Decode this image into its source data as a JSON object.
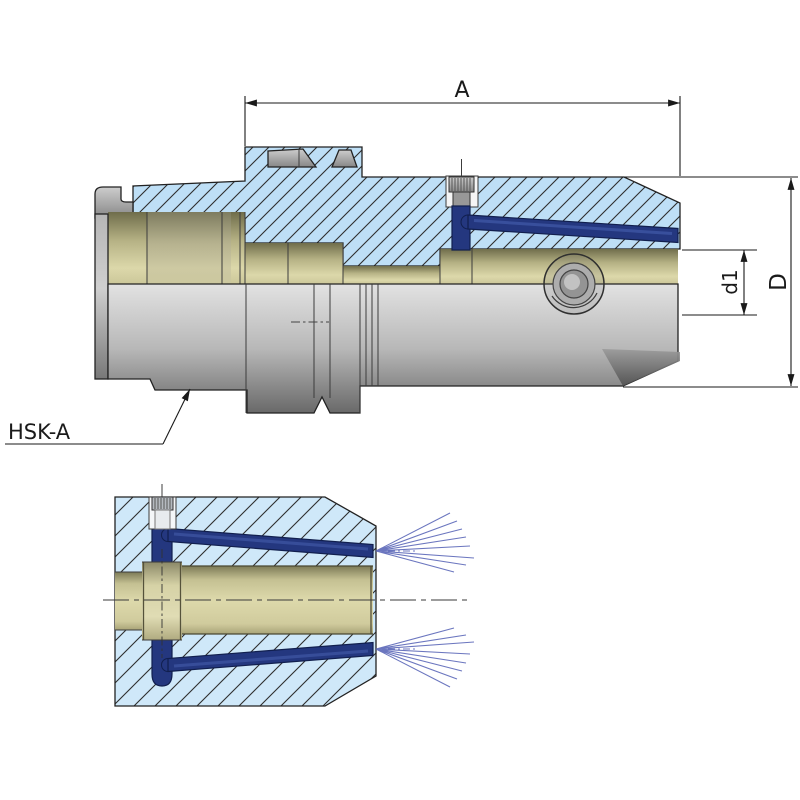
{
  "labels": {
    "dim_length": "A",
    "dim_pilot_diameter": "d1",
    "dim_body_diameter": "D",
    "shank_callout": "HSK-A"
  },
  "colors": {
    "line": "#1a1a1a",
    "hatch-fill-top": "#bedff6",
    "hatch-fill-bottom": "#cfe8f9",
    "hatch-line": "#2e2e2e",
    "coolant-blue": "#24377f",
    "coolant-blue-dark": "#111f4e",
    "coolant-highlight": "#4a63b4",
    "spray-blue": "#5b67b8",
    "bore-khaki": "#d9d5a6",
    "body-gray": "#9d9d9d",
    "screw-gray": "#a5a5a5",
    "background": "#ffffff"
  }
}
